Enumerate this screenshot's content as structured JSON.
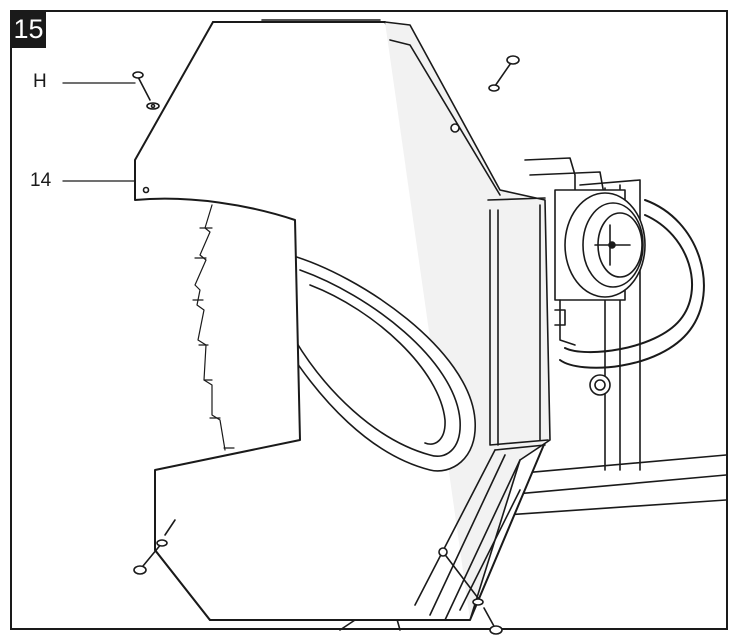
{
  "step": {
    "number": "15"
  },
  "callouts": {
    "h": "H",
    "part_14": "14"
  },
  "colors": {
    "line": "#1a1a1a",
    "fill": "#ffffff",
    "shade": "#f2f2f2"
  }
}
